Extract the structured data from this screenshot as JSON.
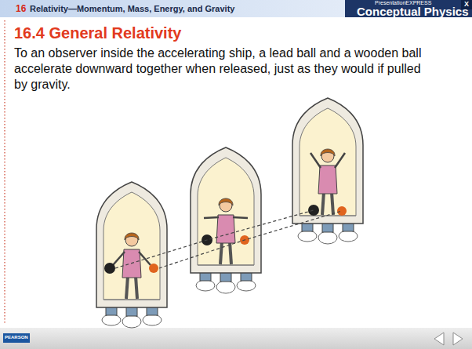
{
  "diagram": {
    "title": "16.4 General Relativity",
    "labels": [
      "16",
      "Relativity—Momentum, Mass, Energy, and Gravity",
      "PresentationEXPRESS",
      "Conceptual Physics",
      "To an observer inside the accelerating ship, a lead ball and a wooden ball accelerate downward together when released, just as they would if pulled by gravity.",
      "PEARSON",
      "X"
    ]
  }
}
